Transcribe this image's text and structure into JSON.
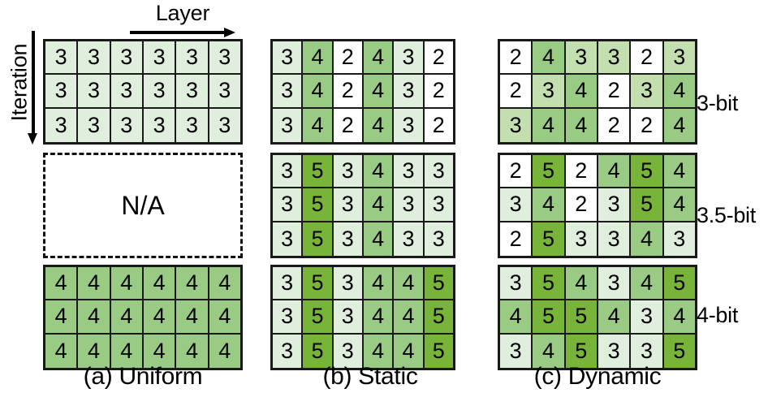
{
  "figure": {
    "axes": {
      "x_label": "Layer",
      "y_label": "Iteration",
      "x_arrow_icon": "arrow-right-icon",
      "y_arrow_icon": "arrow-down-icon"
    },
    "row_labels": [
      "3-bit",
      "3.5-bit",
      "4-bit"
    ],
    "captions": [
      "(a) Uniform",
      "(b) Static",
      "(c) Dynamic"
    ],
    "na_text": "N/A",
    "colors": {
      "value_2": "#ffffff",
      "value_3": "#dfeedd",
      "value_3_alt": "#c3dfb0",
      "value_4": "#9acb84",
      "value_5": "#78b43a",
      "border": "#1a1a1a",
      "text": "#000000",
      "background": "#ffffff"
    },
    "grid_shape": {
      "rows": 3,
      "cols": 6
    }
  },
  "chart_data": {
    "type": "heatmap",
    "title": "",
    "xlabel": "Layer",
    "ylabel": "Iteration",
    "columns": [
      "(a) Uniform",
      "(b) Static",
      "(c) Dynamic"
    ],
    "rows": [
      "3-bit",
      "3.5-bit",
      "4-bit"
    ],
    "value_range": [
      2,
      5
    ],
    "legend": "none",
    "grid": true,
    "panels": [
      {
        "column": "(a) Uniform",
        "row": "3-bit",
        "available": true,
        "shade_variant": "light",
        "values": [
          [
            3,
            3,
            3,
            3,
            3,
            3
          ],
          [
            3,
            3,
            3,
            3,
            3,
            3
          ],
          [
            3,
            3,
            3,
            3,
            3,
            3
          ]
        ]
      },
      {
        "column": "(b) Static",
        "row": "3-bit",
        "available": true,
        "shade_variant": "light",
        "values": [
          [
            3,
            4,
            2,
            4,
            3,
            2
          ],
          [
            3,
            4,
            2,
            4,
            3,
            2
          ],
          [
            3,
            4,
            2,
            4,
            3,
            2
          ]
        ]
      },
      {
        "column": "(c) Dynamic",
        "row": "3-bit",
        "available": true,
        "shade_variant": "alt",
        "values": [
          [
            2,
            4,
            3,
            3,
            2,
            3
          ],
          [
            2,
            3,
            4,
            2,
            3,
            4
          ],
          [
            3,
            4,
            4,
            2,
            2,
            4
          ]
        ]
      },
      {
        "column": "(a) Uniform",
        "row": "3.5-bit",
        "available": false,
        "shade_variant": "light",
        "values": []
      },
      {
        "column": "(b) Static",
        "row": "3.5-bit",
        "available": true,
        "shade_variant": "light",
        "values": [
          [
            3,
            5,
            3,
            4,
            3,
            3
          ],
          [
            3,
            5,
            3,
            4,
            3,
            3
          ],
          [
            3,
            5,
            3,
            4,
            3,
            3
          ]
        ]
      },
      {
        "column": "(c) Dynamic",
        "row": "3.5-bit",
        "available": true,
        "shade_variant": "light",
        "values": [
          [
            2,
            5,
            2,
            4,
            5,
            4
          ],
          [
            3,
            4,
            2,
            3,
            5,
            4
          ],
          [
            2,
            5,
            3,
            3,
            4,
            3
          ]
        ]
      },
      {
        "column": "(a) Uniform",
        "row": "4-bit",
        "available": true,
        "shade_variant": "light",
        "values": [
          [
            4,
            4,
            4,
            4,
            4,
            4
          ],
          [
            4,
            4,
            4,
            4,
            4,
            4
          ],
          [
            4,
            4,
            4,
            4,
            4,
            4
          ]
        ]
      },
      {
        "column": "(b) Static",
        "row": "4-bit",
        "available": true,
        "shade_variant": "light",
        "values": [
          [
            3,
            5,
            3,
            4,
            4,
            5
          ],
          [
            3,
            5,
            3,
            4,
            4,
            5
          ],
          [
            3,
            5,
            3,
            4,
            4,
            5
          ]
        ]
      },
      {
        "column": "(c) Dynamic",
        "row": "4-bit",
        "available": true,
        "shade_variant": "light",
        "values": [
          [
            3,
            5,
            4,
            3,
            4,
            5
          ],
          [
            4,
            5,
            5,
            4,
            3,
            4
          ],
          [
            3,
            4,
            5,
            3,
            3,
            5
          ]
        ]
      }
    ]
  }
}
